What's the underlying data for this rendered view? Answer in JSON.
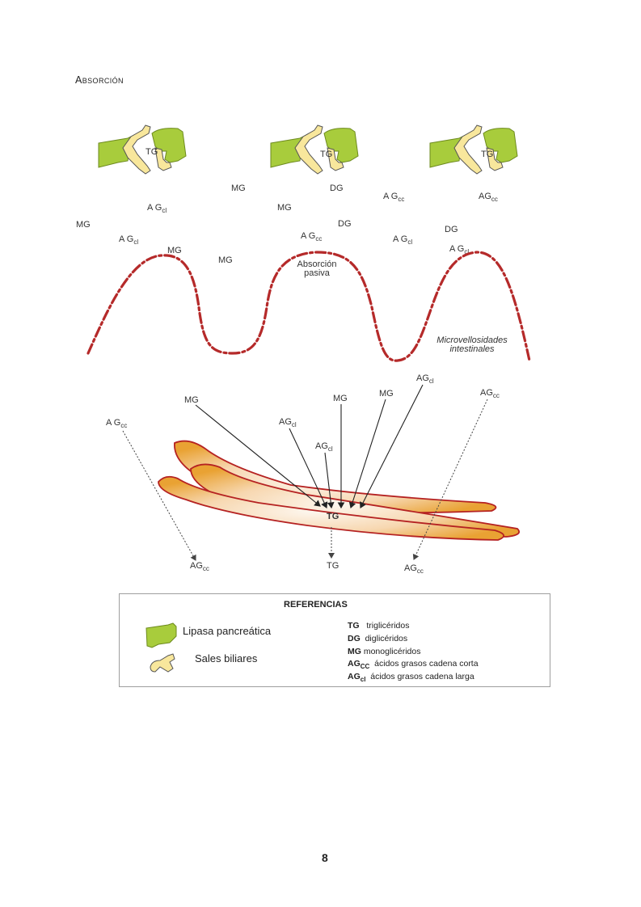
{
  "heading": "Absorción",
  "enzymes": [
    {
      "label": "TG"
    },
    {
      "label": "TG"
    },
    {
      "label": "TG"
    }
  ],
  "lumen_labels": [
    {
      "base": "MG",
      "sub": ""
    },
    {
      "base": "DG",
      "sub": ""
    },
    {
      "base": "A G",
      "sub": "cc"
    },
    {
      "base": "AG",
      "sub": "cc"
    },
    {
      "base": "A G",
      "sub": "cl"
    },
    {
      "base": "MG",
      "sub": ""
    },
    {
      "base": "MG",
      "sub": ""
    },
    {
      "base": "DG",
      "sub": ""
    },
    {
      "base": "DG",
      "sub": ""
    },
    {
      "base": "A G",
      "sub": "cl"
    },
    {
      "base": "A G",
      "sub": "cc"
    },
    {
      "base": "A G",
      "sub": "cl"
    },
    {
      "base": "A G",
      "sub": "cl"
    },
    {
      "base": "MG",
      "sub": ""
    },
    {
      "base": "MG",
      "sub": ""
    }
  ],
  "passive_label": [
    "Absorción",
    "pasiva"
  ],
  "villi_label": [
    "Microvellosidades",
    "intestinales"
  ],
  "cell_labels": {
    "mg1": {
      "base": "MG",
      "sub": ""
    },
    "agcl1": {
      "base": "AG",
      "sub": "cl"
    },
    "agcl2": {
      "base": "AG",
      "sub": "cl"
    },
    "mg2": {
      "base": "MG",
      "sub": ""
    },
    "mg3": {
      "base": "MG",
      "sub": ""
    },
    "agcl3": {
      "base": "AG",
      "sub": "cl"
    },
    "agcc_in_left": {
      "base": "A G",
      "sub": "cc"
    },
    "agcc_in_right": {
      "base": "AG",
      "sub": "cc"
    },
    "tg_center": "TG",
    "agcc_out_left": {
      "base": "AG",
      "sub": "cc"
    },
    "tg_out": "TG",
    "agcc_out_right": {
      "base": "AG",
      "sub": "cc"
    }
  },
  "references": {
    "title": "REFERENCIAS",
    "lipasa": "Lipasa pancreática",
    "sales": "Sales biliares",
    "abbreviations": [
      {
        "code": "TG",
        "sub": "",
        "text": "triglicéridos"
      },
      {
        "code": "DG",
        "sub": "",
        "text": "diglicéridos"
      },
      {
        "code": "MG",
        "sub": "",
        "text": "monoglicéridos"
      },
      {
        "code": "AG",
        "sub": "CC",
        "text": "ácidos grasos cadena corta"
      },
      {
        "code": "AG",
        "sub": "cl",
        "text": "ácidos grasos cadena  larga"
      }
    ]
  },
  "colors": {
    "lipase": "#a8cc3c",
    "bile_salt": "#f8e79c",
    "villi": "#b52a2a",
    "cell_outline": "#b52222",
    "cell_fill_dark": "#e9a233",
    "cell_fill_light": "#fdf3e6"
  },
  "page_number": "8"
}
